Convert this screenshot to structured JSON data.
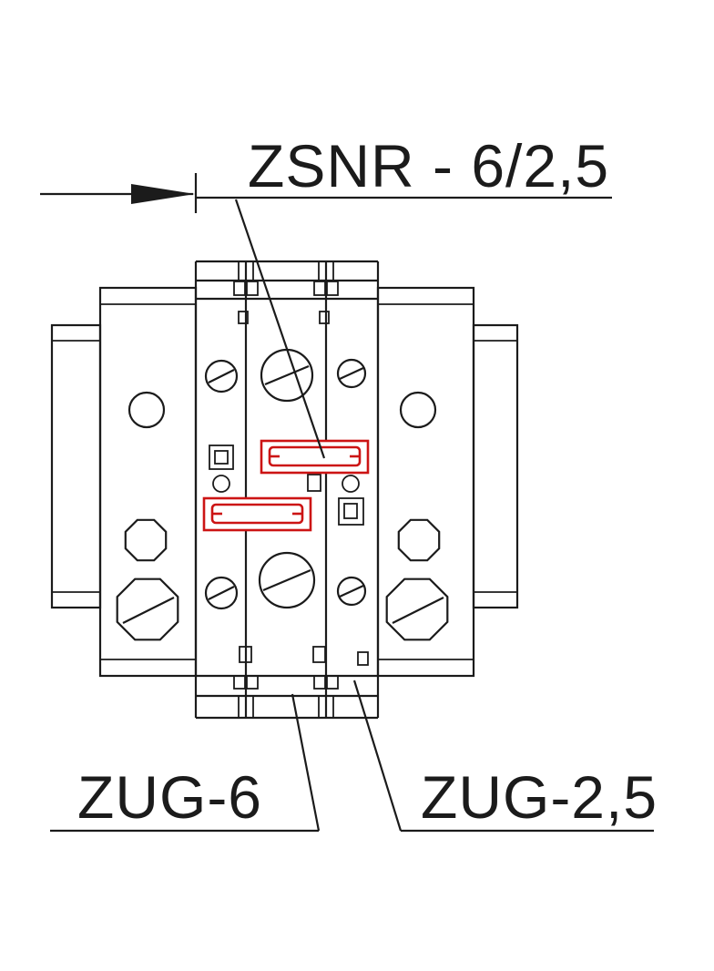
{
  "colors": {
    "line": "#1b1b1b",
    "highlight": "#cc1414",
    "background": "#ffffff"
  },
  "labels": {
    "title": "ZSNR - 6/2,5",
    "bottom_left": "ZUG-6",
    "bottom_right": "ZUG-2,5"
  },
  "icons": {
    "direction_arrow": "arrow-right-icon"
  }
}
